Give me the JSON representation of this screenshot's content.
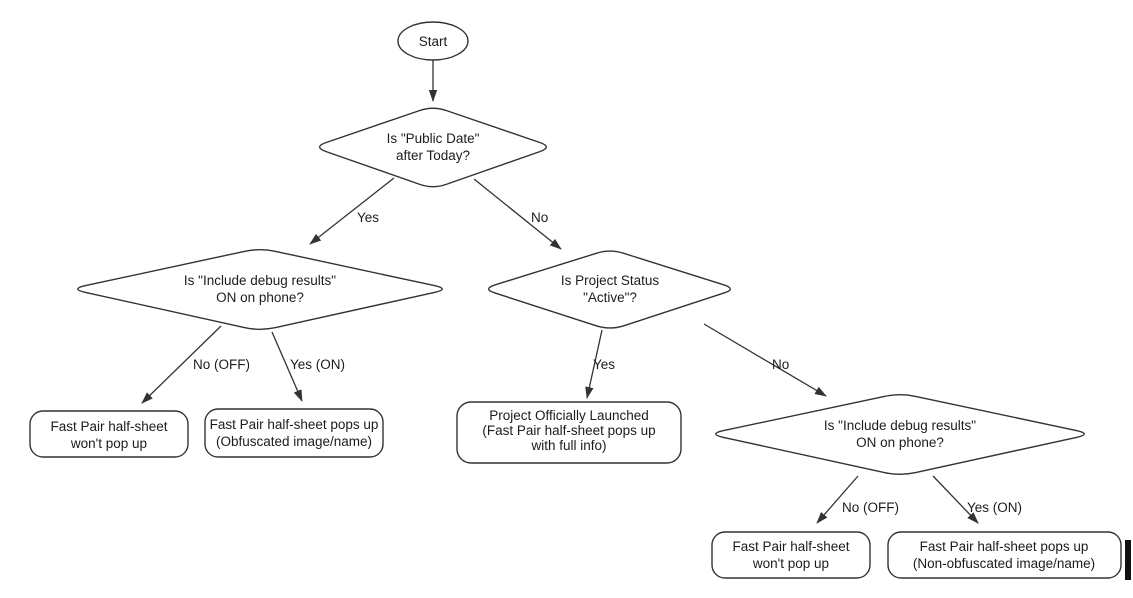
{
  "canvas": {
    "background": "#ffffff",
    "line_color": "#333333",
    "text_color": "#1c1c1c"
  },
  "flowchart": {
    "start": {
      "label": "Start"
    },
    "decisions": {
      "public_date": {
        "line1": "Is \"Public Date\"",
        "line2": "after Today?"
      },
      "debug_left": {
        "line1": "Is \"Include debug results\"",
        "line2": "ON on phone?"
      },
      "project_status": {
        "line1": "Is Project Status",
        "line2": "\"Active\"?"
      },
      "debug_right": {
        "line1": "Is \"Include debug results\"",
        "line2": "ON on phone?"
      }
    },
    "outcomes": {
      "no_popup_left": {
        "line1": "Fast Pair half-sheet",
        "line2": "won't pop up"
      },
      "obfuscated": {
        "line1": "Fast Pair half-sheet pops up",
        "line2": "(Obfuscated image/name)"
      },
      "launched": {
        "line1": "Project Officially Launched",
        "line2": "(Fast Pair half-sheet pops up",
        "line3": "with full info)"
      },
      "no_popup_right": {
        "line1": "Fast Pair half-sheet",
        "line2": "won't pop up"
      },
      "non_obfuscated": {
        "line1": "Fast Pair half-sheet pops up",
        "line2": "(Non-obfuscated image/name)"
      }
    },
    "edge_labels": {
      "yes_top": "Yes",
      "no_top": "No",
      "no_off_left": "No (OFF)",
      "yes_on_left": "Yes (ON)",
      "yes_mid": "Yes",
      "no_mid": "No",
      "no_off_right": "No (OFF)",
      "yes_on_right": "Yes (ON)"
    }
  }
}
